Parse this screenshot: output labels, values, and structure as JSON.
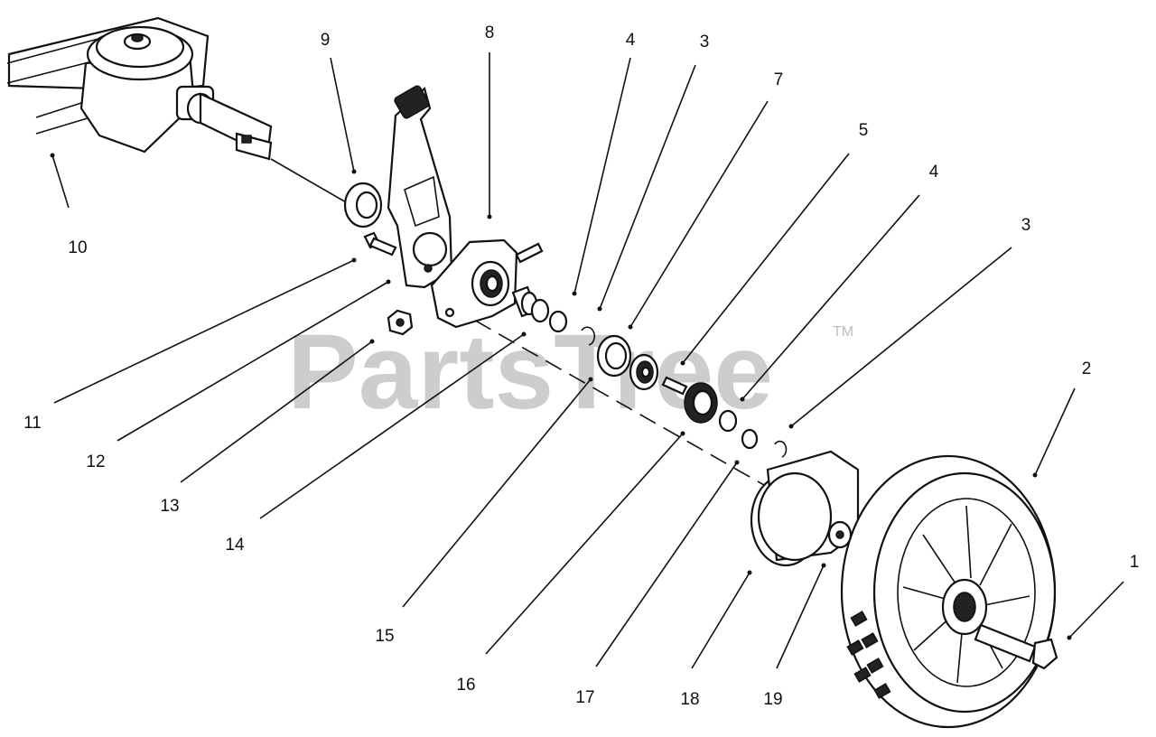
{
  "watermark": {
    "brand": "PartsTree",
    "trademark": "TM"
  },
  "callouts": [
    {
      "id": "c9",
      "label": "9"
    },
    {
      "id": "c8",
      "label": "8"
    },
    {
      "id": "c4a",
      "label": "4"
    },
    {
      "id": "c3a",
      "label": "3"
    },
    {
      "id": "c7",
      "label": "7"
    },
    {
      "id": "c5",
      "label": "5"
    },
    {
      "id": "c4b",
      "label": "4"
    },
    {
      "id": "c3b",
      "label": "3"
    },
    {
      "id": "c2",
      "label": "2"
    },
    {
      "id": "c1",
      "label": "1"
    },
    {
      "id": "c10",
      "label": "10"
    },
    {
      "id": "c11",
      "label": "11"
    },
    {
      "id": "c12",
      "label": "12"
    },
    {
      "id": "c13",
      "label": "13"
    },
    {
      "id": "c14",
      "label": "14"
    },
    {
      "id": "c15",
      "label": "15"
    },
    {
      "id": "c16",
      "label": "16"
    },
    {
      "id": "c17",
      "label": "17"
    },
    {
      "id": "c18",
      "label": "18"
    },
    {
      "id": "c19",
      "label": "19"
    }
  ]
}
